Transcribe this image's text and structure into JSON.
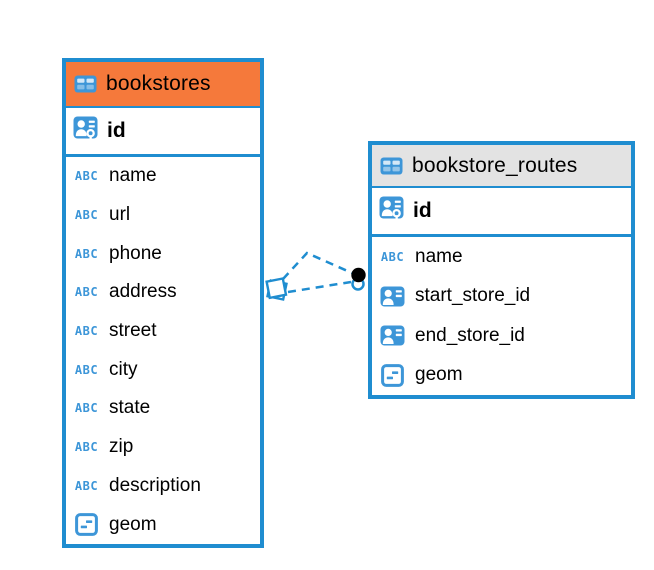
{
  "colors": {
    "accent_blue": "#1f8dd0",
    "icon_blue": "#3d96d8",
    "bookstores_header": "#f5793b",
    "routes_header": "#e3e3e3",
    "marker_black": "#000000",
    "background": "#ffffff"
  },
  "icons": {
    "text_type_label": "ABC"
  },
  "tables": [
    {
      "name": "bookstores",
      "primary_key": {
        "label": "id"
      },
      "columns": [
        {
          "label": "name"
        },
        {
          "label": "url"
        },
        {
          "label": "phone"
        },
        {
          "label": "address"
        },
        {
          "label": "street"
        },
        {
          "label": "city"
        },
        {
          "label": "state"
        },
        {
          "label": "zip"
        },
        {
          "label": "description"
        },
        {
          "label": "geom"
        }
      ]
    },
    {
      "name": "bookstore_routes",
      "primary_key": {
        "label": "id"
      },
      "columns": [
        {
          "label": "name"
        },
        {
          "label": "start_store_id"
        },
        {
          "label": "end_store_id"
        },
        {
          "label": "geom"
        }
      ]
    }
  ],
  "connector": {
    "style": "dashed",
    "edge_count": 2,
    "source_table": "bookstores",
    "target_table": "bookstore_routes"
  }
}
